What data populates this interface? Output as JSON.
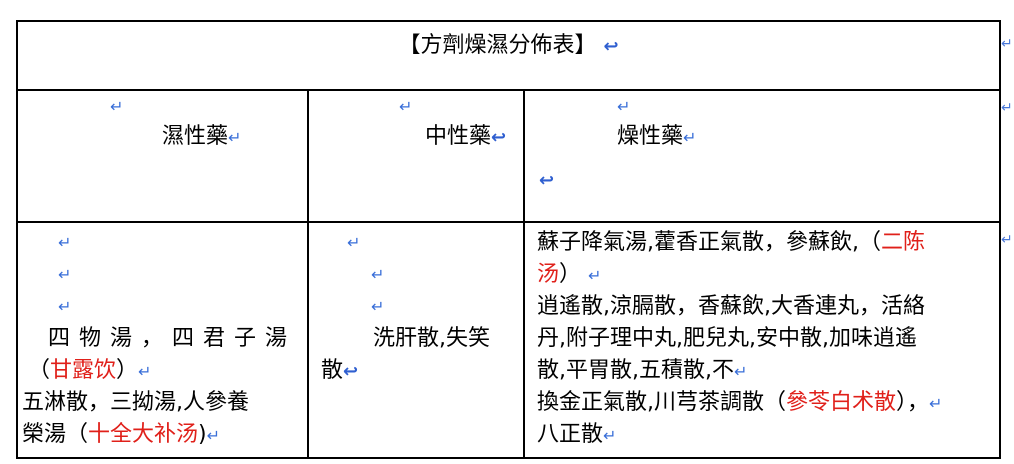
{
  "marks": {
    "para_small": "↵",
    "para_bold": "↩"
  },
  "table": {
    "title": "【方劑燥濕分佈表】",
    "headers": {
      "wet": "濕性藥",
      "neutral": "中性藥",
      "dry": "燥性藥"
    },
    "wet_col": {
      "line1": "四物湯，四君子湯",
      "line2_prefix": "（",
      "line2_red": "甘露饮",
      "line2_suffix": "）",
      "line3": "五淋散，三拗湯,人參養",
      "line4_prefix": "榮湯（",
      "line4_red": "十全大补汤",
      "line4_suffix": ")"
    },
    "neutral_col": {
      "line1": "洗肝散,失笑",
      "line2": "散"
    },
    "dry_col": {
      "line1_prefix": "蘇子降氣湯,藿香正氣散，參蘇飲,（",
      "line1_red": "二陈",
      "line2_red": "汤",
      "line2_suffix": "）",
      "line3": "逍遙散,涼膈散，香蘇飲,大香連丸，活絡",
      "line4": "丹,附子理中丸,肥兒丸,安中散,加味逍遙",
      "line5": "散,平胃散,五積散,不",
      "line6_prefix": "換金正氣散,川芎茶調散（",
      "line6_red": "參苓白术散",
      "line6_suffix": "），",
      "line7": "八正散"
    }
  }
}
